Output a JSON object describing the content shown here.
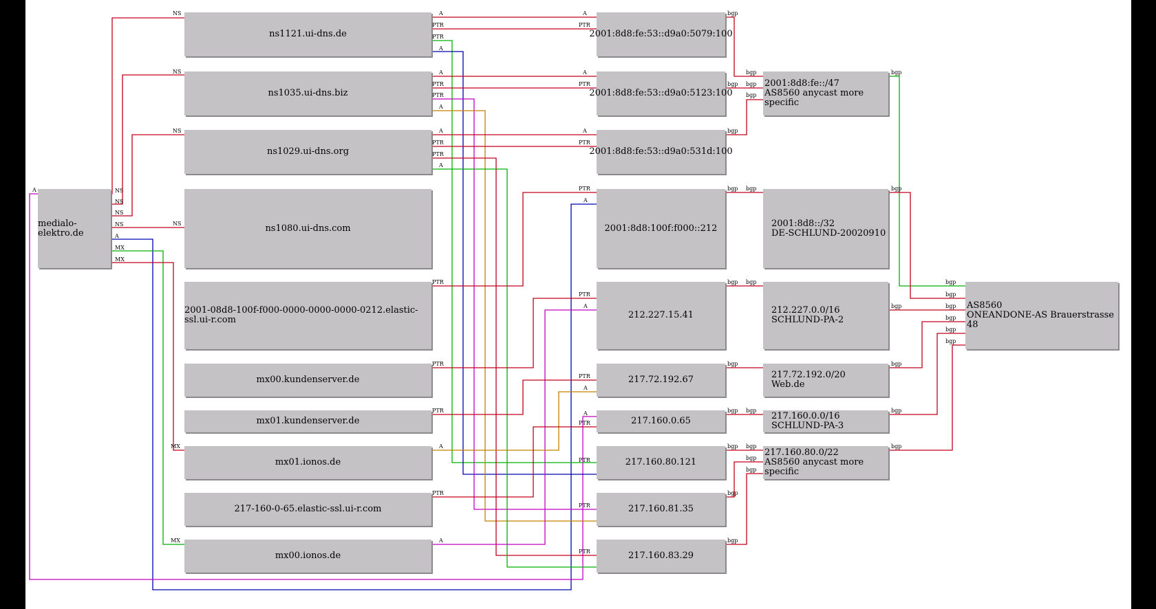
{
  "nodes": {
    "domain": "medialo-elektro.de",
    "ns1121": "ns1121.ui-dns.de",
    "ns1035": "ns1035.ui-dns.biz",
    "ns1029": "ns1029.ui-dns.org",
    "ns1080": "ns1080.ui-dns.com",
    "elastic_v6": "2001-08d8-100f-f000-0000-0000-0000-0212.elastic-ssl.ui-r.com",
    "mx00_kunden": "mx00.kundenserver.de",
    "mx01_kunden": "mx01.kundenserver.de",
    "mx01_ionos": "mx01.ionos.de",
    "elastic_v4": "217-160-0-65.elastic-ssl.ui-r.com",
    "mx00_ionos": "mx00.ionos.de",
    "ip_5079": "2001:8d8:fe:53::d9a0:5079:100",
    "ip_5123": "2001:8d8:fe:53::d9a0:5123:100",
    "ip_531d": "2001:8d8:fe:53::d9a0:531d:100",
    "ip_212": "2001:8d8:100f:f000::212",
    "ip_15_41": "212.227.15.41",
    "ip_192_67": "217.72.192.67",
    "ip_0_65": "217.160.0.65",
    "ip_80_121": "217.160.80.121",
    "ip_81_35": "217.160.81.35",
    "ip_83_29": "217.160.83.29",
    "pfx_fe47": "2001:8d8:fe::/47\nAS8560 anycast more specific",
    "pfx_32": "2001:8d8::/32\nDE-SCHLUND-20020910",
    "pfx_212": "212.227.0.0/16\nSCHLUND-PA-2",
    "pfx_217_72": "217.72.192.0/20\nWeb.de",
    "pfx_217_160": "217.160.0.0/16\nSCHLUND-PA-3",
    "pfx_80_22": "217.160.80.0/22\nAS8560 anycast more specific",
    "as8560": "AS8560\nONEANDONE-AS Brauerstrasse 48"
  },
  "edge_labels": {
    "ns": "NS",
    "a": "A",
    "mx": "MX",
    "ptr": "PTR",
    "bgp": "bgp"
  },
  "colors": {
    "red": "#c0001a",
    "blue": "#0000b0",
    "green": "#00b000",
    "magenta": "#c000c0",
    "orange": "#c08000",
    "node_fill": "#c4c2c5",
    "background": "#ffffff",
    "frame": "#000000"
  }
}
